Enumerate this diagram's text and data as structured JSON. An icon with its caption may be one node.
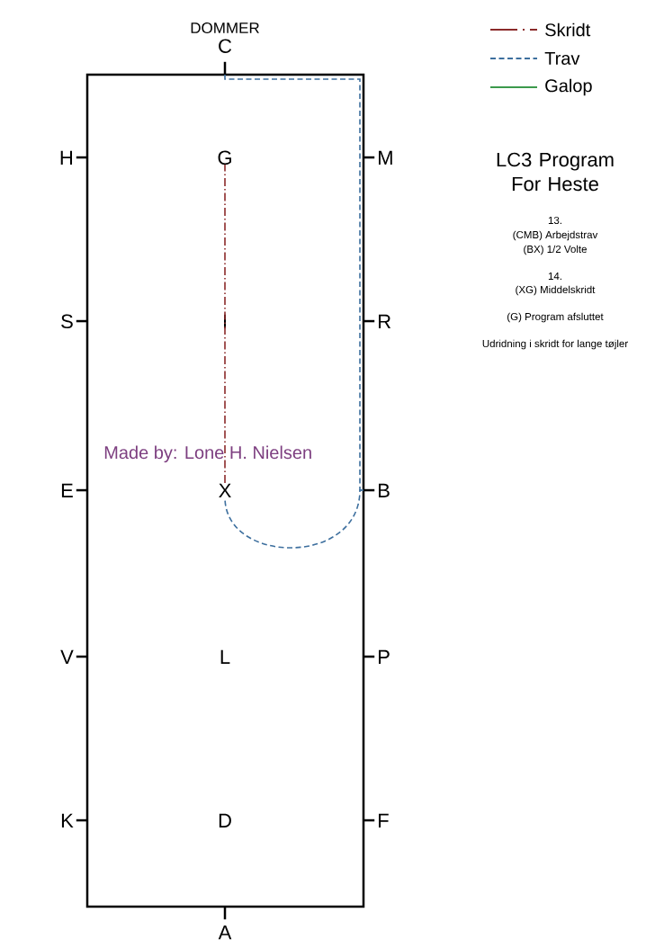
{
  "diagram": {
    "title": "LC3 Program For Heste",
    "nodes": [
      {
        "text": [],
        "shape": "box"
      },
      {
        "text": [
          "C"
        ],
        "beside": [
          "DOMMER"
        ]
      },
      {
        "text": [
          "H"
        ]
      },
      {
        "text": [
          "G"
        ],
        "in": 0
      },
      {
        "text": [
          "M"
        ]
      },
      {
        "text": [
          "S"
        ]
      },
      {
        "text": [
          "I"
        ],
        "in": 0
      },
      {
        "text": [
          "R"
        ]
      },
      {
        "text": [
          "E"
        ]
      },
      {
        "text": [
          "X"
        ],
        "in": 0
      },
      {
        "text": [
          "B"
        ]
      },
      {
        "text": [
          "V"
        ]
      },
      {
        "text": [
          "L"
        ],
        "in": 0
      },
      {
        "text": [
          "P"
        ]
      },
      {
        "text": [
          "K"
        ]
      },
      {
        "text": [
          "D"
        ],
        "in": 0
      },
      {
        "text": [
          "F"
        ]
      },
      {
        "text": [
          "A"
        ]
      }
    ],
    "edges": [
      {
        "from": 1,
        "to": 10,
        "arrow": "none",
        "style": "dashed",
        "color": "#3d6f9e"
      },
      {
        "from": 10,
        "to": 9,
        "arrow": "none",
        "style": "dashed",
        "color": "#3d6f9e"
      },
      {
        "from": 9,
        "to": 3,
        "arrow": "none",
        "style": "dashed",
        "color": "#8b2a2a"
      }
    ],
    "labels": [
      "13.",
      "(CMB) Arbejdstrav",
      "(BX) 1/2 Volte",
      "14.",
      "(XG) Middelskridt",
      "(G) Program afsluttet",
      "Udridning i skridt for lange tøjler",
      "Made by: Lone H. Nielsen"
    ],
    "legend": [
      {
        "text": "Skridt"
      },
      {
        "text": "Trav"
      },
      {
        "text": "Galop"
      }
    ]
  }
}
